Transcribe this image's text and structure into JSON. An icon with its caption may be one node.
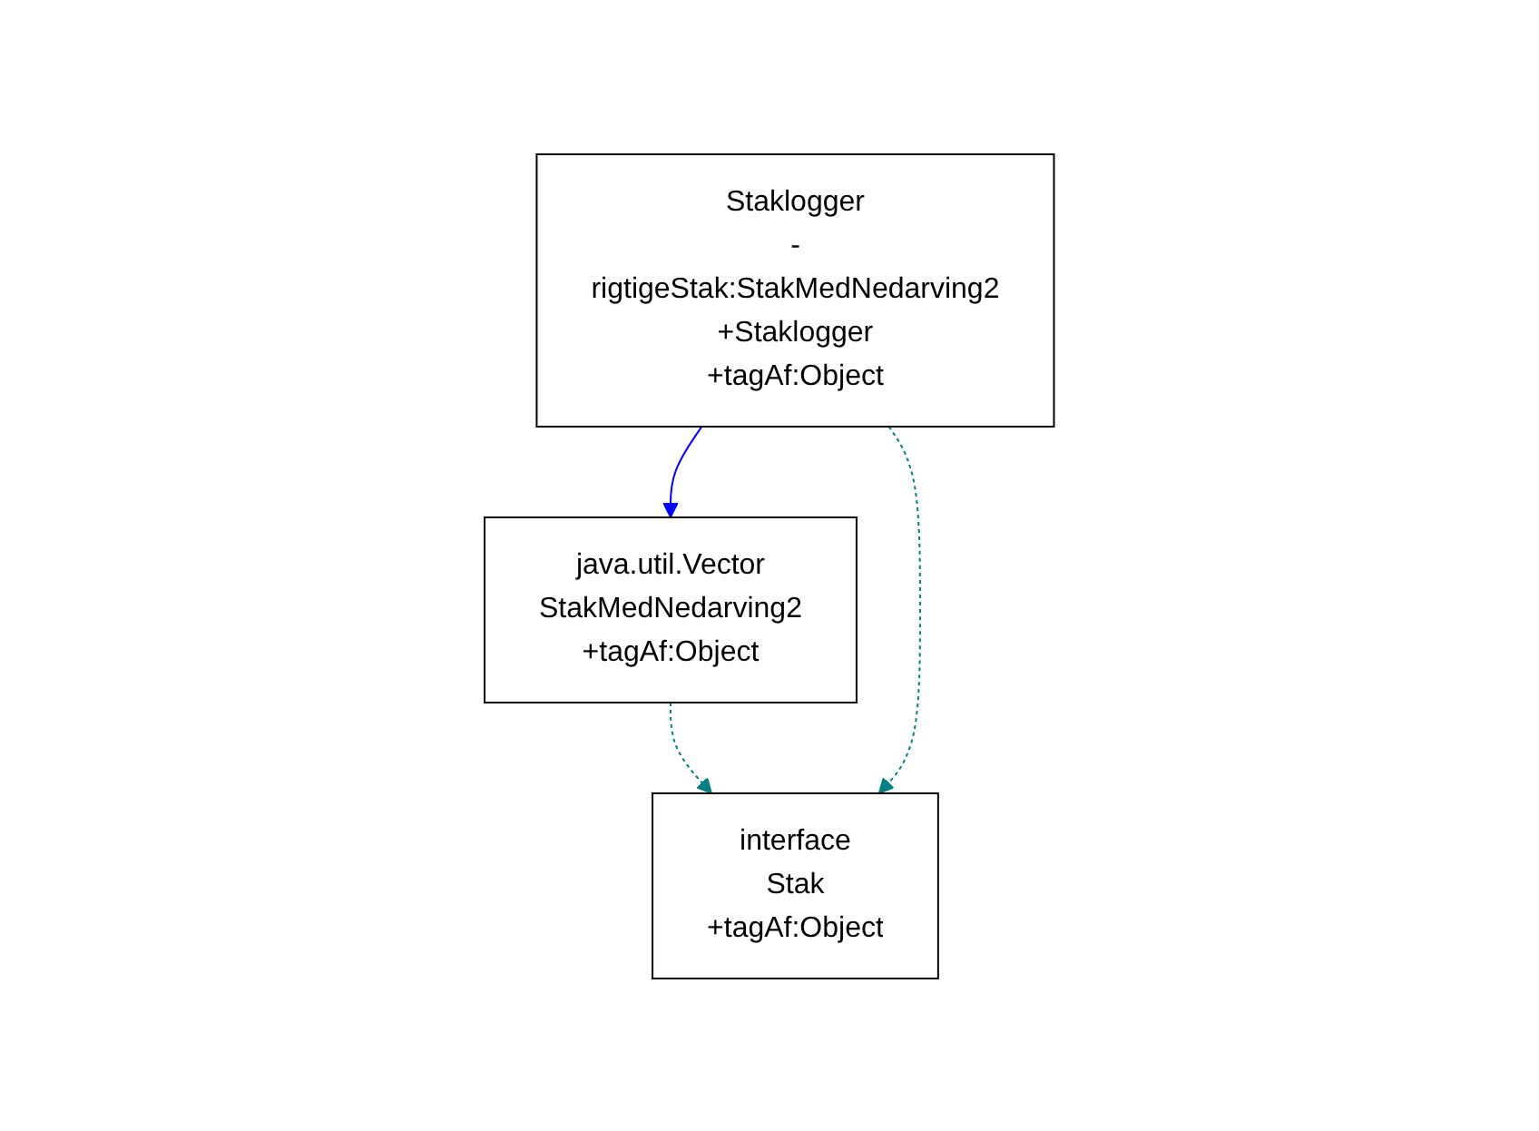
{
  "diagram": {
    "nodes": [
      {
        "text": [
          "interface",
          "Stak",
          "+tagAf:Object"
        ]
      },
      {
        "text": [
          "java.util.Vector",
          "StakMedNedarving2",
          "+tagAf:Object"
        ]
      },
      {
        "text": [
          "Staklogger",
          "-rigtigeStak:StakMedNedarving2",
          "+Staklogger",
          "+tagAf:Object"
        ]
      }
    ],
    "edges": [
      {
        "from": 1,
        "to": 0,
        "arrow": "to",
        "style": "dashed",
        "color": "#008080"
      },
      {
        "from": 2,
        "to": 0,
        "arrow": "to",
        "style": "dashed",
        "color": "#008080"
      },
      {
        "from": 2,
        "to": 1,
        "arrow": "to",
        "color": "#0000ff"
      }
    ]
  }
}
